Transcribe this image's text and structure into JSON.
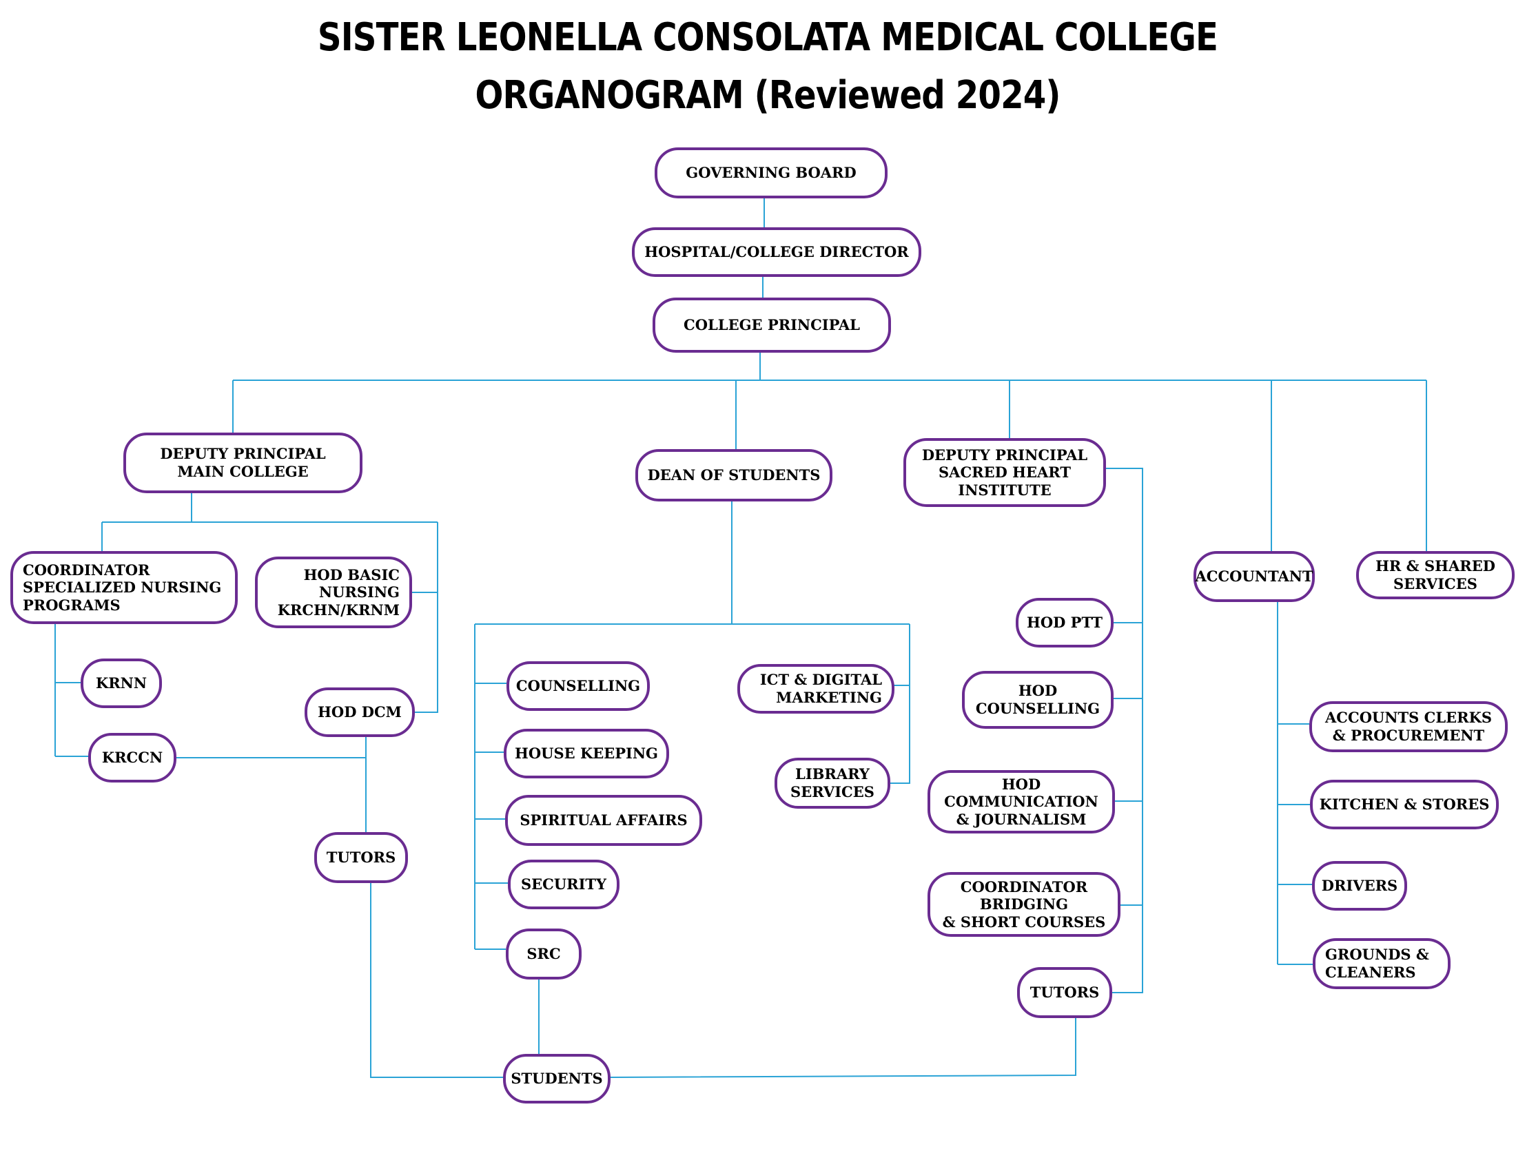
{
  "title": {
    "line1": "SISTER LEONELLA CONSOLATA MEDICAL COLLEGE",
    "line2": "ORGANOGRAM (Reviewed 2024)"
  },
  "colors": {
    "box_border": "#6a2c91",
    "connector": "#2aa3d6"
  },
  "nodes": {
    "governing_board": "GOVERNING BOARD",
    "director": "HOSPITAL/COLLEGE DIRECTOR",
    "principal": "COLLEGE PRINCIPAL",
    "dp_main": "DEPUTY PRINCIPAL\nMAIN COLLEGE",
    "dean": "DEAN OF STUDENTS",
    "dp_shi": "DEPUTY PRINCIPAL\nSACRED HEART\nINSTITUTE",
    "accountant": "ACCOUNTANT",
    "hr": "HR & SHARED\nSERVICES",
    "coord_specialized": "COORDINATOR\nSPECIALIZED NURSING\nPROGRAMS",
    "hod_basic": "HOD BASIC\nNURSING\nKRCHN/KRNM",
    "krnn": "KRNN",
    "krccn": "KRCCN",
    "hod_dcm": "HOD DCM",
    "tutors_main": "TUTORS",
    "counselling": "COUNSELLING",
    "house_keeping": "HOUSE KEEPING",
    "spiritual": "SPIRITUAL AFFAIRS",
    "security": "SECURITY",
    "src": "SRC",
    "ict": "ICT & DIGITAL\nMARKETING",
    "library": "LIBRARY\nSERVICES",
    "students": "STUDENTS",
    "hod_ptt": "HOD PTT",
    "hod_counselling": "HOD\nCOUNSELLING",
    "hod_comm": "HOD\nCOMMUNICATION\n& JOURNALISM",
    "coord_bridging": "COORDINATOR\nBRIDGING\n& SHORT COURSES",
    "tutors_shi": "TUTORS",
    "accounts_clerks": "ACCOUNTS CLERKS\n& PROCUREMENT",
    "kitchen": "KITCHEN & STORES",
    "drivers": "DRIVERS",
    "grounds": "GROUNDS &\nCLEANERS"
  }
}
